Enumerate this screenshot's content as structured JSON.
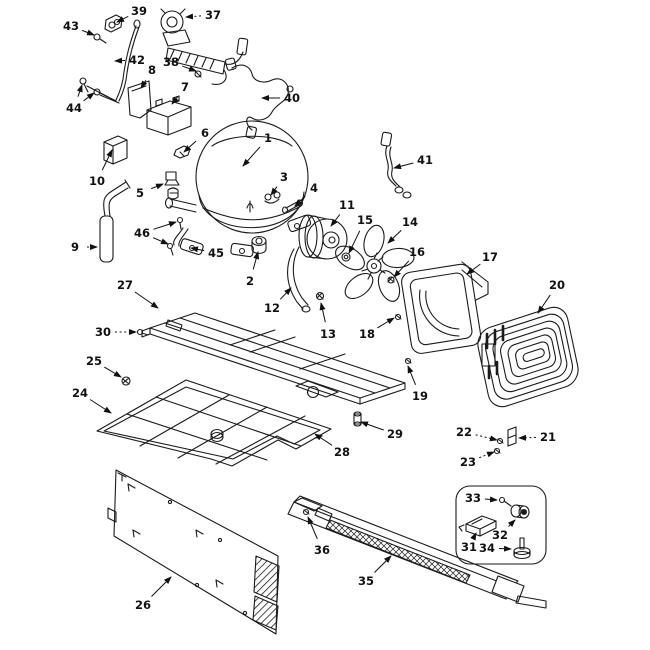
{
  "diagram": {
    "style": {
      "ink": "#1a1a1a",
      "background": "#ffffff"
    },
    "callouts": [
      {
        "num": "1",
        "label": [
          268,
          138
        ],
        "tips": [
          [
            243,
            166
          ]
        ]
      },
      {
        "num": "2",
        "label": [
          250,
          281
        ],
        "tips": [
          [
            258,
            252
          ]
        ]
      },
      {
        "num": "3",
        "label": [
          284,
          177
        ],
        "tips": [
          [
            271,
            195
          ]
        ]
      },
      {
        "num": "4",
        "label": [
          314,
          188
        ],
        "tips": [
          [
            295,
            206
          ]
        ]
      },
      {
        "num": "5",
        "label": [
          140,
          193
        ],
        "tips": [
          [
            163,
            184
          ]
        ]
      },
      {
        "num": "6",
        "label": [
          205,
          133
        ],
        "tips": [
          [
            184,
            152
          ]
        ]
      },
      {
        "num": "7",
        "label": [
          185,
          87
        ],
        "tips": [
          [
            172,
            104
          ]
        ]
      },
      {
        "num": "8",
        "label": [
          152,
          70
        ],
        "tips": [
          [
            141,
            88
          ]
        ]
      },
      {
        "num": "9",
        "label": [
          75,
          247
        ],
        "tips": [
          [
            97,
            247
          ]
        ],
        "dotted": true
      },
      {
        "num": "10",
        "label": [
          97,
          181
        ],
        "tips": [
          [
            112,
            150
          ]
        ]
      },
      {
        "num": "11",
        "label": [
          347,
          205
        ],
        "tips": [
          [
            331,
            226
          ]
        ]
      },
      {
        "num": "12",
        "label": [
          272,
          308
        ],
        "tips": [
          [
            291,
            288
          ]
        ]
      },
      {
        "num": "13",
        "label": [
          328,
          334
        ],
        "tips": [
          [
            321,
            303
          ]
        ]
      },
      {
        "num": "14",
        "label": [
          410,
          222
        ],
        "tips": [
          [
            388,
            243
          ]
        ]
      },
      {
        "num": "15",
        "label": [
          365,
          220
        ],
        "tips": [
          [
            349,
            253
          ]
        ]
      },
      {
        "num": "16",
        "label": [
          417,
          252
        ],
        "tips": [
          [
            394,
            277
          ]
        ]
      },
      {
        "num": "17",
        "label": [
          490,
          257
        ],
        "tips": [
          [
            467,
            274
          ]
        ]
      },
      {
        "num": "18",
        "label": [
          367,
          334
        ],
        "tips": [
          [
            394,
            318
          ]
        ]
      },
      {
        "num": "19",
        "label": [
          420,
          396
        ],
        "tips": [
          [
            408,
            366
          ]
        ]
      },
      {
        "num": "20",
        "label": [
          557,
          285
        ],
        "tips": [
          [
            538,
            313
          ]
        ]
      },
      {
        "num": "21",
        "label": [
          548,
          437
        ],
        "tips": [
          [
            519,
            438
          ]
        ],
        "dotted": true
      },
      {
        "num": "22",
        "label": [
          464,
          432
        ],
        "tips": [
          [
            497,
            440
          ]
        ],
        "dotted": true
      },
      {
        "num": "23",
        "label": [
          468,
          462
        ],
        "tips": [
          [
            494,
            452
          ]
        ],
        "dotted": true
      },
      {
        "num": "24",
        "label": [
          80,
          393
        ],
        "tips": [
          [
            111,
            413
          ]
        ]
      },
      {
        "num": "25",
        "label": [
          94,
          361
        ],
        "tips": [
          [
            121,
            377
          ]
        ]
      },
      {
        "num": "26",
        "label": [
          143,
          605
        ],
        "tips": [
          [
            171,
            577
          ]
        ]
      },
      {
        "num": "27",
        "label": [
          125,
          285
        ],
        "tips": [
          [
            158,
            308
          ]
        ]
      },
      {
        "num": "28",
        "label": [
          342,
          452
        ],
        "tips": [
          [
            315,
            434
          ]
        ]
      },
      {
        "num": "29",
        "label": [
          395,
          434
        ],
        "tips": [
          [
            361,
            422
          ]
        ]
      },
      {
        "num": "30",
        "label": [
          103,
          332
        ],
        "tips": [
          [
            136,
            332
          ]
        ],
        "dotted": true
      },
      {
        "num": "31",
        "label": [
          469,
          547
        ],
        "tips": [
          [
            476,
            533
          ]
        ]
      },
      {
        "num": "32",
        "label": [
          500,
          535
        ],
        "tips": [
          [
            515,
            520
          ]
        ]
      },
      {
        "num": "33",
        "label": [
          473,
          498
        ],
        "tips": [
          [
            497,
            500
          ]
        ]
      },
      {
        "num": "34",
        "label": [
          487,
          548
        ],
        "tips": [
          [
            511,
            549
          ]
        ]
      },
      {
        "num": "35",
        "label": [
          366,
          581
        ],
        "tips": [
          [
            391,
            556
          ]
        ]
      },
      {
        "num": "36",
        "label": [
          322,
          550
        ],
        "tips": [
          [
            308,
            517
          ]
        ]
      },
      {
        "num": "37",
        "label": [
          213,
          15
        ],
        "tips": [
          [
            186,
            17
          ]
        ],
        "dotted": true
      },
      {
        "num": "38",
        "label": [
          171,
          62
        ],
        "tips": [
          [
            196,
            71
          ]
        ]
      },
      {
        "num": "39",
        "label": [
          139,
          11
        ],
        "tips": [
          [
            117,
            22
          ]
        ]
      },
      {
        "num": "40",
        "label": [
          292,
          98
        ],
        "tips": [
          [
            262,
            98
          ]
        ]
      },
      {
        "num": "41",
        "label": [
          425,
          160
        ],
        "tips": [
          [
            394,
            168
          ]
        ]
      },
      {
        "num": "42",
        "label": [
          137,
          60
        ],
        "tips": [
          [
            115,
            61
          ]
        ]
      },
      {
        "num": "43",
        "label": [
          71,
          26
        ],
        "tips": [
          [
            94,
            35
          ]
        ]
      },
      {
        "num": "44",
        "label": [
          74,
          108
        ],
        "tips": [
          [
            82,
            85
          ],
          [
            94,
            93
          ]
        ]
      },
      {
        "num": "45",
        "label": [
          216,
          253
        ],
        "tips": [
          [
            191,
            248
          ]
        ]
      },
      {
        "num": "46",
        "label": [
          142,
          233
        ],
        "tips": [
          [
            176,
            222
          ],
          [
            168,
            244
          ]
        ]
      }
    ]
  }
}
